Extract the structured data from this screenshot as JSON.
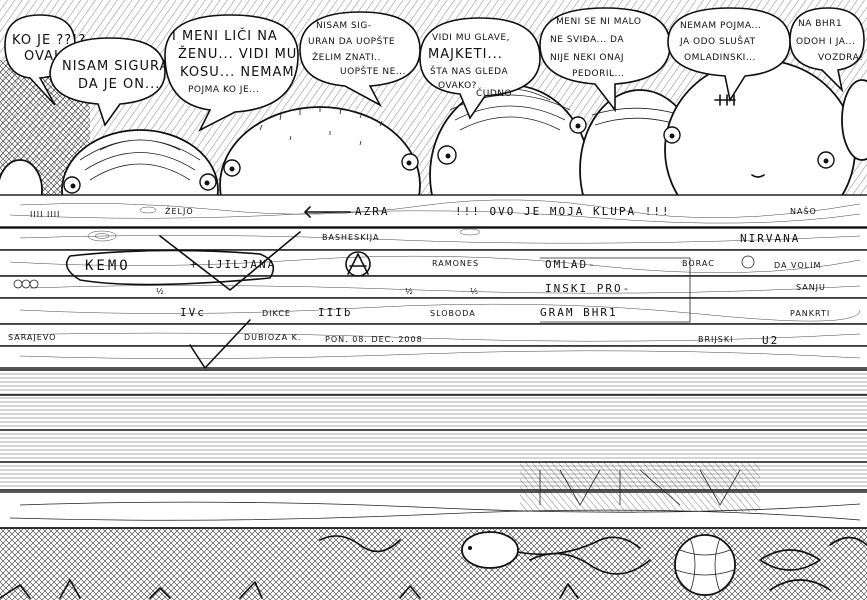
{
  "speech_bubbles": [
    {
      "lines": [
        "KO JE ??!?",
        "OVAJ"
      ]
    },
    {
      "lines": [
        "NISAM SIGURAN",
        "DA JE ON..."
      ]
    },
    {
      "lines": [
        "I MENI LIČI NA",
        "ŽENU... VIDI MU",
        "KOSU... NEMAM",
        "POJMA KO JE..."
      ]
    },
    {
      "lines": [
        "NISAM SIG-",
        "URAN DA UOPŠTE",
        "ŽELIM ZNATI..",
        "UOPŠTE NE..."
      ]
    },
    {
      "lines": [
        "VIDI MU GLAVE,",
        "MAJKETI...",
        "ŠTA NAS GLEDA",
        "OVAKO?",
        "ČUDNO"
      ]
    },
    {
      "lines": [
        "MENI SE NI MALO",
        "NE SVIĐA... DA",
        "NIJE NEKI ONAJ",
        "PEDORIL..."
      ]
    },
    {
      "lines": [
        "NEMAM POJMA...",
        "JA ODO SLUŠAT",
        "OMLADINSKI..."
      ]
    },
    {
      "lines": [
        "NA BHR1",
        "ODOH I JA...",
        "VOZDRA!"
      ]
    }
  ],
  "bench_graffiti": {
    "row1": [
      "ŽELJO",
      "AZRA",
      "!!! OVO JE MOJA KLUPA !!!",
      "NAŠO"
    ],
    "row2": [
      "BASHESKIJA",
      "NIRVANA"
    ],
    "row3": [
      "KEMO",
      "+ LJILJANA",
      "RAMONES",
      "OMLAD-",
      "BORAC",
      "DA VOLIM",
      "SANJU"
    ],
    "row4": [
      "½",
      "½",
      "⅕",
      "INSKI PRO-"
    ],
    "row5": [
      "IVc",
      "DIKCE",
      "IIIb",
      "SLOBODA",
      "GRAM BHR1",
      "PANKRTI"
    ],
    "row6": [
      "SARAJEVO",
      "DUBIOZA K.",
      "PON. 08. DEC. 2008",
      "BRIJSKI",
      "U2"
    ]
  }
}
